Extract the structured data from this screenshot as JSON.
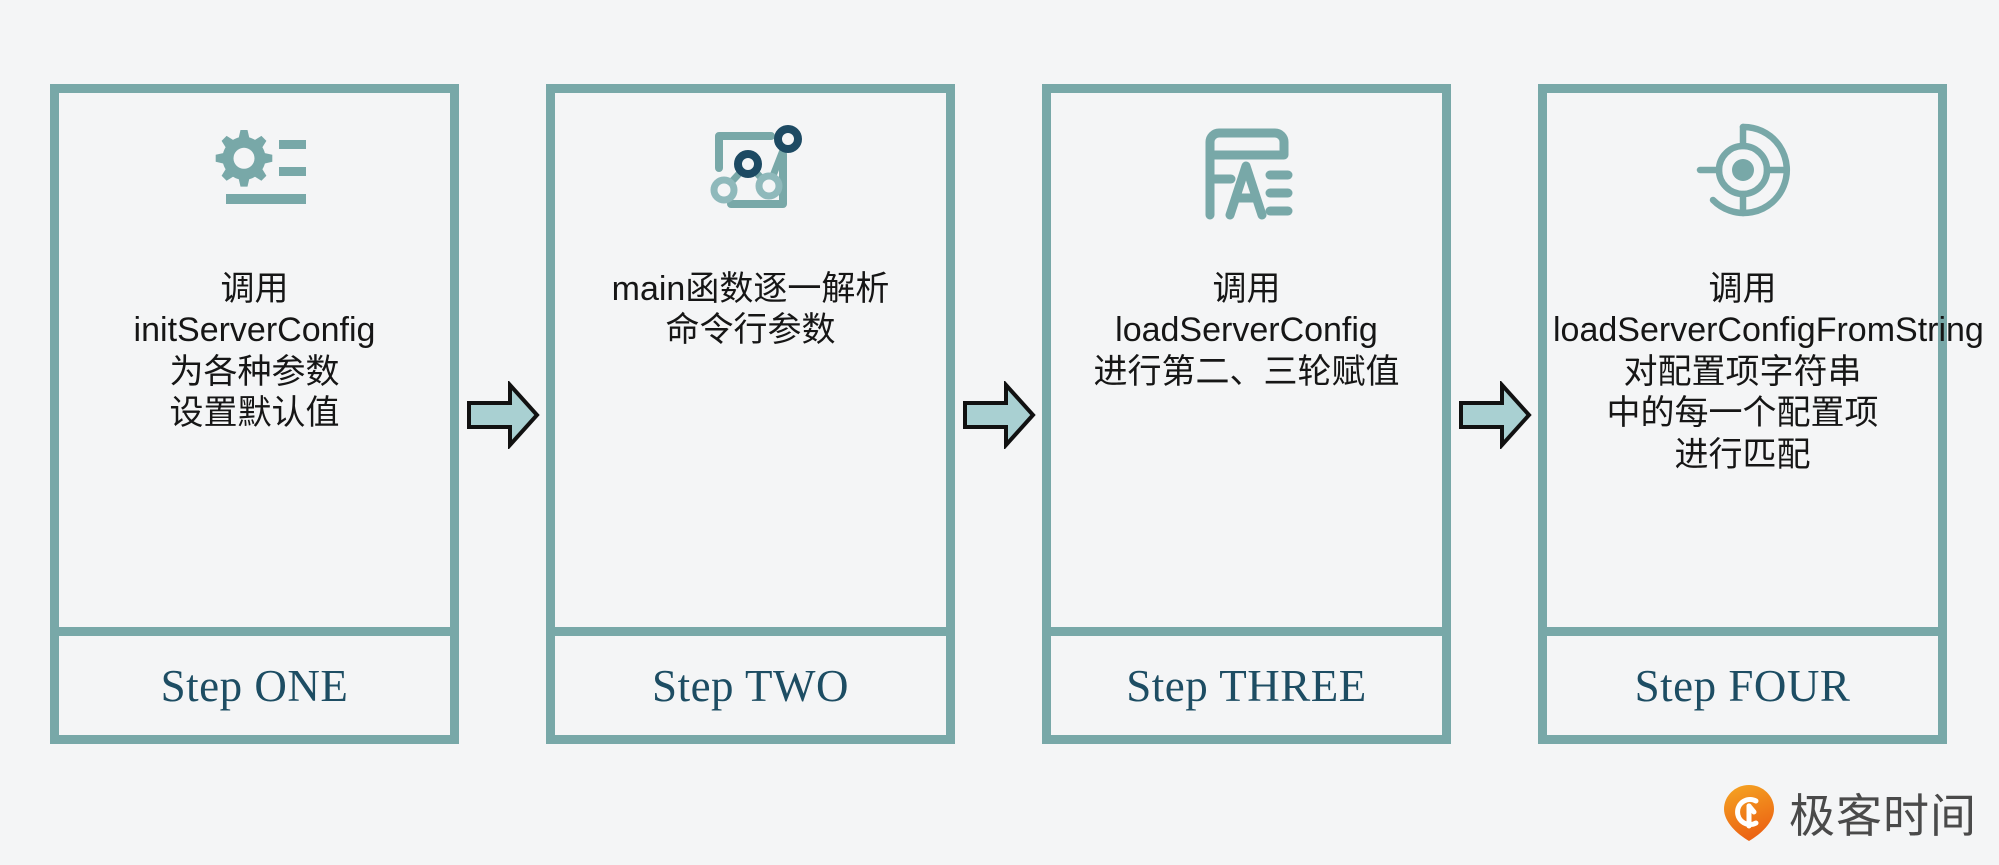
{
  "page": {
    "background_color": "#f4f5f6",
    "accent_color": "#78a8a8",
    "step_label_color": "#1d4d63",
    "arrow_fill_color": "#a9d0d2",
    "arrow_stroke_color": "#111111",
    "body_text_color": "#161616"
  },
  "cards": [
    {
      "icon_name": "gear-settings-icon",
      "text": "调用\ninitServerConfig\n为各种参数\n设置默认值",
      "step_label": "Step ONE"
    },
    {
      "icon_name": "line-chart-icon",
      "text": "main函数逐一解析\n命令行参数",
      "step_label": "Step TWO"
    },
    {
      "icon_name": "text-form-icon",
      "text": "调用\nloadServerConfig\n进行第二、三轮赋值",
      "step_label": "Step THREE"
    },
    {
      "icon_name": "target-crosshair-icon",
      "text": "调用\nloadServerConfigFromString\n对配置项字符串\n中的每一个配置项\n进行匹配",
      "step_label": "Step FOUR"
    }
  ],
  "arrows": [
    {
      "name": "arrow-connector-1-to-2"
    },
    {
      "name": "arrow-connector-2-to-3"
    },
    {
      "name": "arrow-connector-3-to-4"
    }
  ],
  "brand": {
    "logo_icon_name": "geektime-pin-logo-icon",
    "logo_text": "极客时间",
    "logo_icon_color_from": "#f5a623",
    "logo_icon_color_to": "#ec6414",
    "logo_text_color": "#4a4a4a"
  }
}
